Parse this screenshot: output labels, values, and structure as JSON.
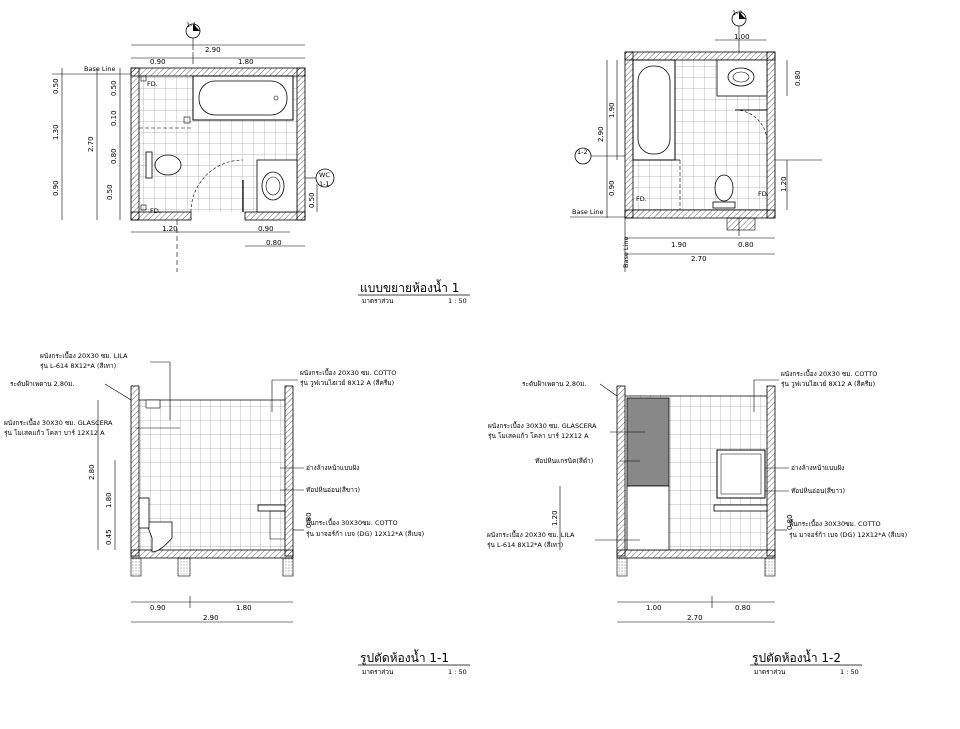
{
  "drawing": {
    "plan": {
      "title": "แบบขยายห้องน้ำ 1",
      "scale_label": "มาตราส่วน",
      "scale": "1 : 50",
      "room1": {
        "base_line": "Base Line",
        "fd": "FD.",
        "wc": "WC",
        "section_mark": "1-1",
        "dims_top": [
          "2.90",
          "0.90",
          "1.80"
        ],
        "dims_left": [
          "0.50",
          "1.30",
          "0.90",
          "2.70",
          "0.50",
          "0.10",
          "0.80"
        ],
        "dims_right": [
          "0.50"
        ],
        "dims_bottom": [
          "1.20",
          "0.90",
          "0.80"
        ]
      },
      "room2": {
        "base_line": "Base Line",
        "fd": "FD.",
        "section_mark": "1-2",
        "dims_top": [
          "1.00"
        ],
        "dims_left": [
          "1.90",
          "2.90",
          "0.90"
        ],
        "dims_right": [
          "0.80",
          "1.20"
        ],
        "dims_bottom": [
          "1.90",
          "0.80",
          "2.70"
        ]
      }
    },
    "section1": {
      "title": "รูปตัดห้องน้ำ 1-1",
      "scale_label": "มาตราส่วน",
      "scale": "1 : 50",
      "notes": {
        "wall_lila_1": "ผนังกระเบื้อง 20X30 ซม. LILA",
        "wall_lila_2": "รุ่น L-614 8X12*A (สีเทา)",
        "ceiling": "ระดับฝ้าเพดาน 2.80ม.",
        "wall_glascera_1": "ผนังกระเบื้อง 30X30 ซม. GLASCERA",
        "wall_glascera_2": "รุ่น โมเสคแก้ว โคลา บาร์ 12X12 A",
        "wall_cotto_1": "ผนังกระเบื้อง 20X30 ซม. COTTO",
        "wall_cotto_2": "รุ่น วูฟเวนไฮเวย์ 8X12 A (สีครีม)",
        "basin": "อ่างล้างหน้าแบบฝัง",
        "counter": "ท๊อปหินอ่อน(สีขาว)",
        "floor_1": "พื้นกระเบื้อง 30X30ซม. COTTO",
        "floor_2": "รุ่น มาจอร์ก้า เบจ (DG) 12X12*A (สีเบจ)"
      },
      "dims_left": [
        "2.80",
        "1.80",
        "0.45"
      ],
      "dims_bottom": [
        "0.90",
        "1.80",
        "2.90"
      ],
      "dim_small": [
        "0.80"
      ]
    },
    "section2": {
      "title": "รูปตัดห้องน้ำ 1-2",
      "scale_label": "มาตราส่วน",
      "scale": "1 : 50",
      "notes": {
        "ceiling": "ระดับฝ้าเพดาน 2.80ม.",
        "wall_glascera_1": "ผนังกระเบื้อง 30X30 ซม. GLASCERA",
        "wall_glascera_2": "รุ่น โมเสคแก้ว โคลา บาร์ 12X12 A",
        "granite": "ท๊อปหินแกรนิต(สีดำ)",
        "wall_lila_1": "ผนังกระเบื้อง 20X30 ซม. LILA",
        "wall_lila_2": "รุ่น L-614 8X12*A (สีเทา)",
        "wall_cotto_1": "ผนังกระเบื้อง 20X30 ซม. COTTO",
        "wall_cotto_2": "รุ่น วูฟเวนไฮเวย์ 8X12 A (สีครีม)",
        "basin": "อ่างล้างหน้าแบบฝัง",
        "counter": "ท๊อปหินอ่อน(สีขาว)",
        "floor_1": "พื้นกระเบื้อง 30X30ซม. COTTO",
        "floor_2": "รุ่น มาจอร์ก้า เบจ (DG) 12X12*A (สีเบจ)"
      },
      "dims_left": [
        "1.20"
      ],
      "dims_bottom": [
        "1.00",
        "0.80",
        "2.70"
      ],
      "dim_small": [
        "0.80"
      ]
    }
  }
}
